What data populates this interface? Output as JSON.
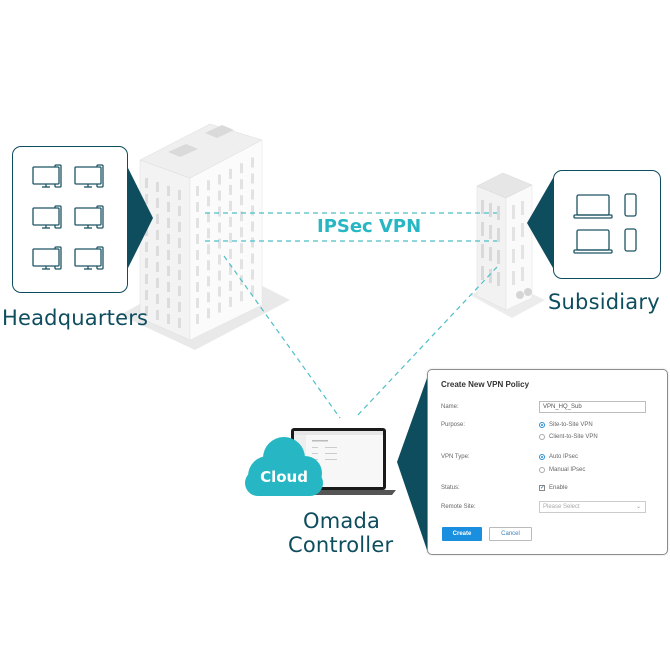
{
  "diagram": {
    "title": "IPSec VPN",
    "nodes": {
      "headquarters": {
        "label": "Headquarters",
        "devices": [
          "desktop-computer",
          "desktop-computer",
          "desktop-computer",
          "desktop-computer",
          "desktop-computer",
          "desktop-computer"
        ]
      },
      "subsidiary": {
        "label": "Subsidiary",
        "devices": [
          "laptop",
          "smartphone",
          "laptop",
          "smartphone"
        ]
      },
      "controller": {
        "label_line1": "Omada",
        "label_line2": "Controller",
        "cloud_label": "Cloud"
      }
    },
    "links": [
      {
        "from": "headquarters",
        "to": "subsidiary",
        "style": "dashed",
        "label": "IPSec VPN"
      },
      {
        "from": "headquarters",
        "to": "controller",
        "style": "dashed"
      },
      {
        "from": "subsidiary",
        "to": "controller",
        "style": "dashed"
      }
    ],
    "colors": {
      "accent": "#27b7c4",
      "dark_teal": "#0e4d5e",
      "button_blue": "#1a8fe0"
    }
  },
  "dialog": {
    "title": "Create New VPN Policy",
    "fields": {
      "name_label": "Name:",
      "name_value": "VPN_HQ_Sub",
      "purpose_label": "Purpose:",
      "purpose_options": [
        "Site-to-Site VPN",
        "Client-to-Site VPN"
      ],
      "purpose_selected": "Site-to-Site VPN",
      "vpn_type_label": "VPN Type:",
      "vpn_type_options": [
        "Auto IPsec",
        "Manual IPsec"
      ],
      "vpn_type_selected": "Auto IPsec",
      "status_label": "Status:",
      "status_checkbox_label": "Enable",
      "status_checked": true,
      "remote_site_label": "Remote Site:",
      "remote_site_placeholder": "Please Select"
    },
    "buttons": {
      "create": "Create",
      "cancel": "Cancel"
    }
  }
}
